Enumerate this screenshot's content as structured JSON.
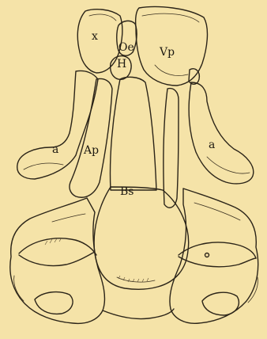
{
  "figure": {
    "background": "#f5e3a8",
    "ink": "#2b2418",
    "labels": {
      "x": "x",
      "oe": "Oe",
      "h": "H",
      "vp": "Vp",
      "a_left": "a",
      "ap": "Ap",
      "a_right": "a",
      "bs": "Bs"
    }
  }
}
